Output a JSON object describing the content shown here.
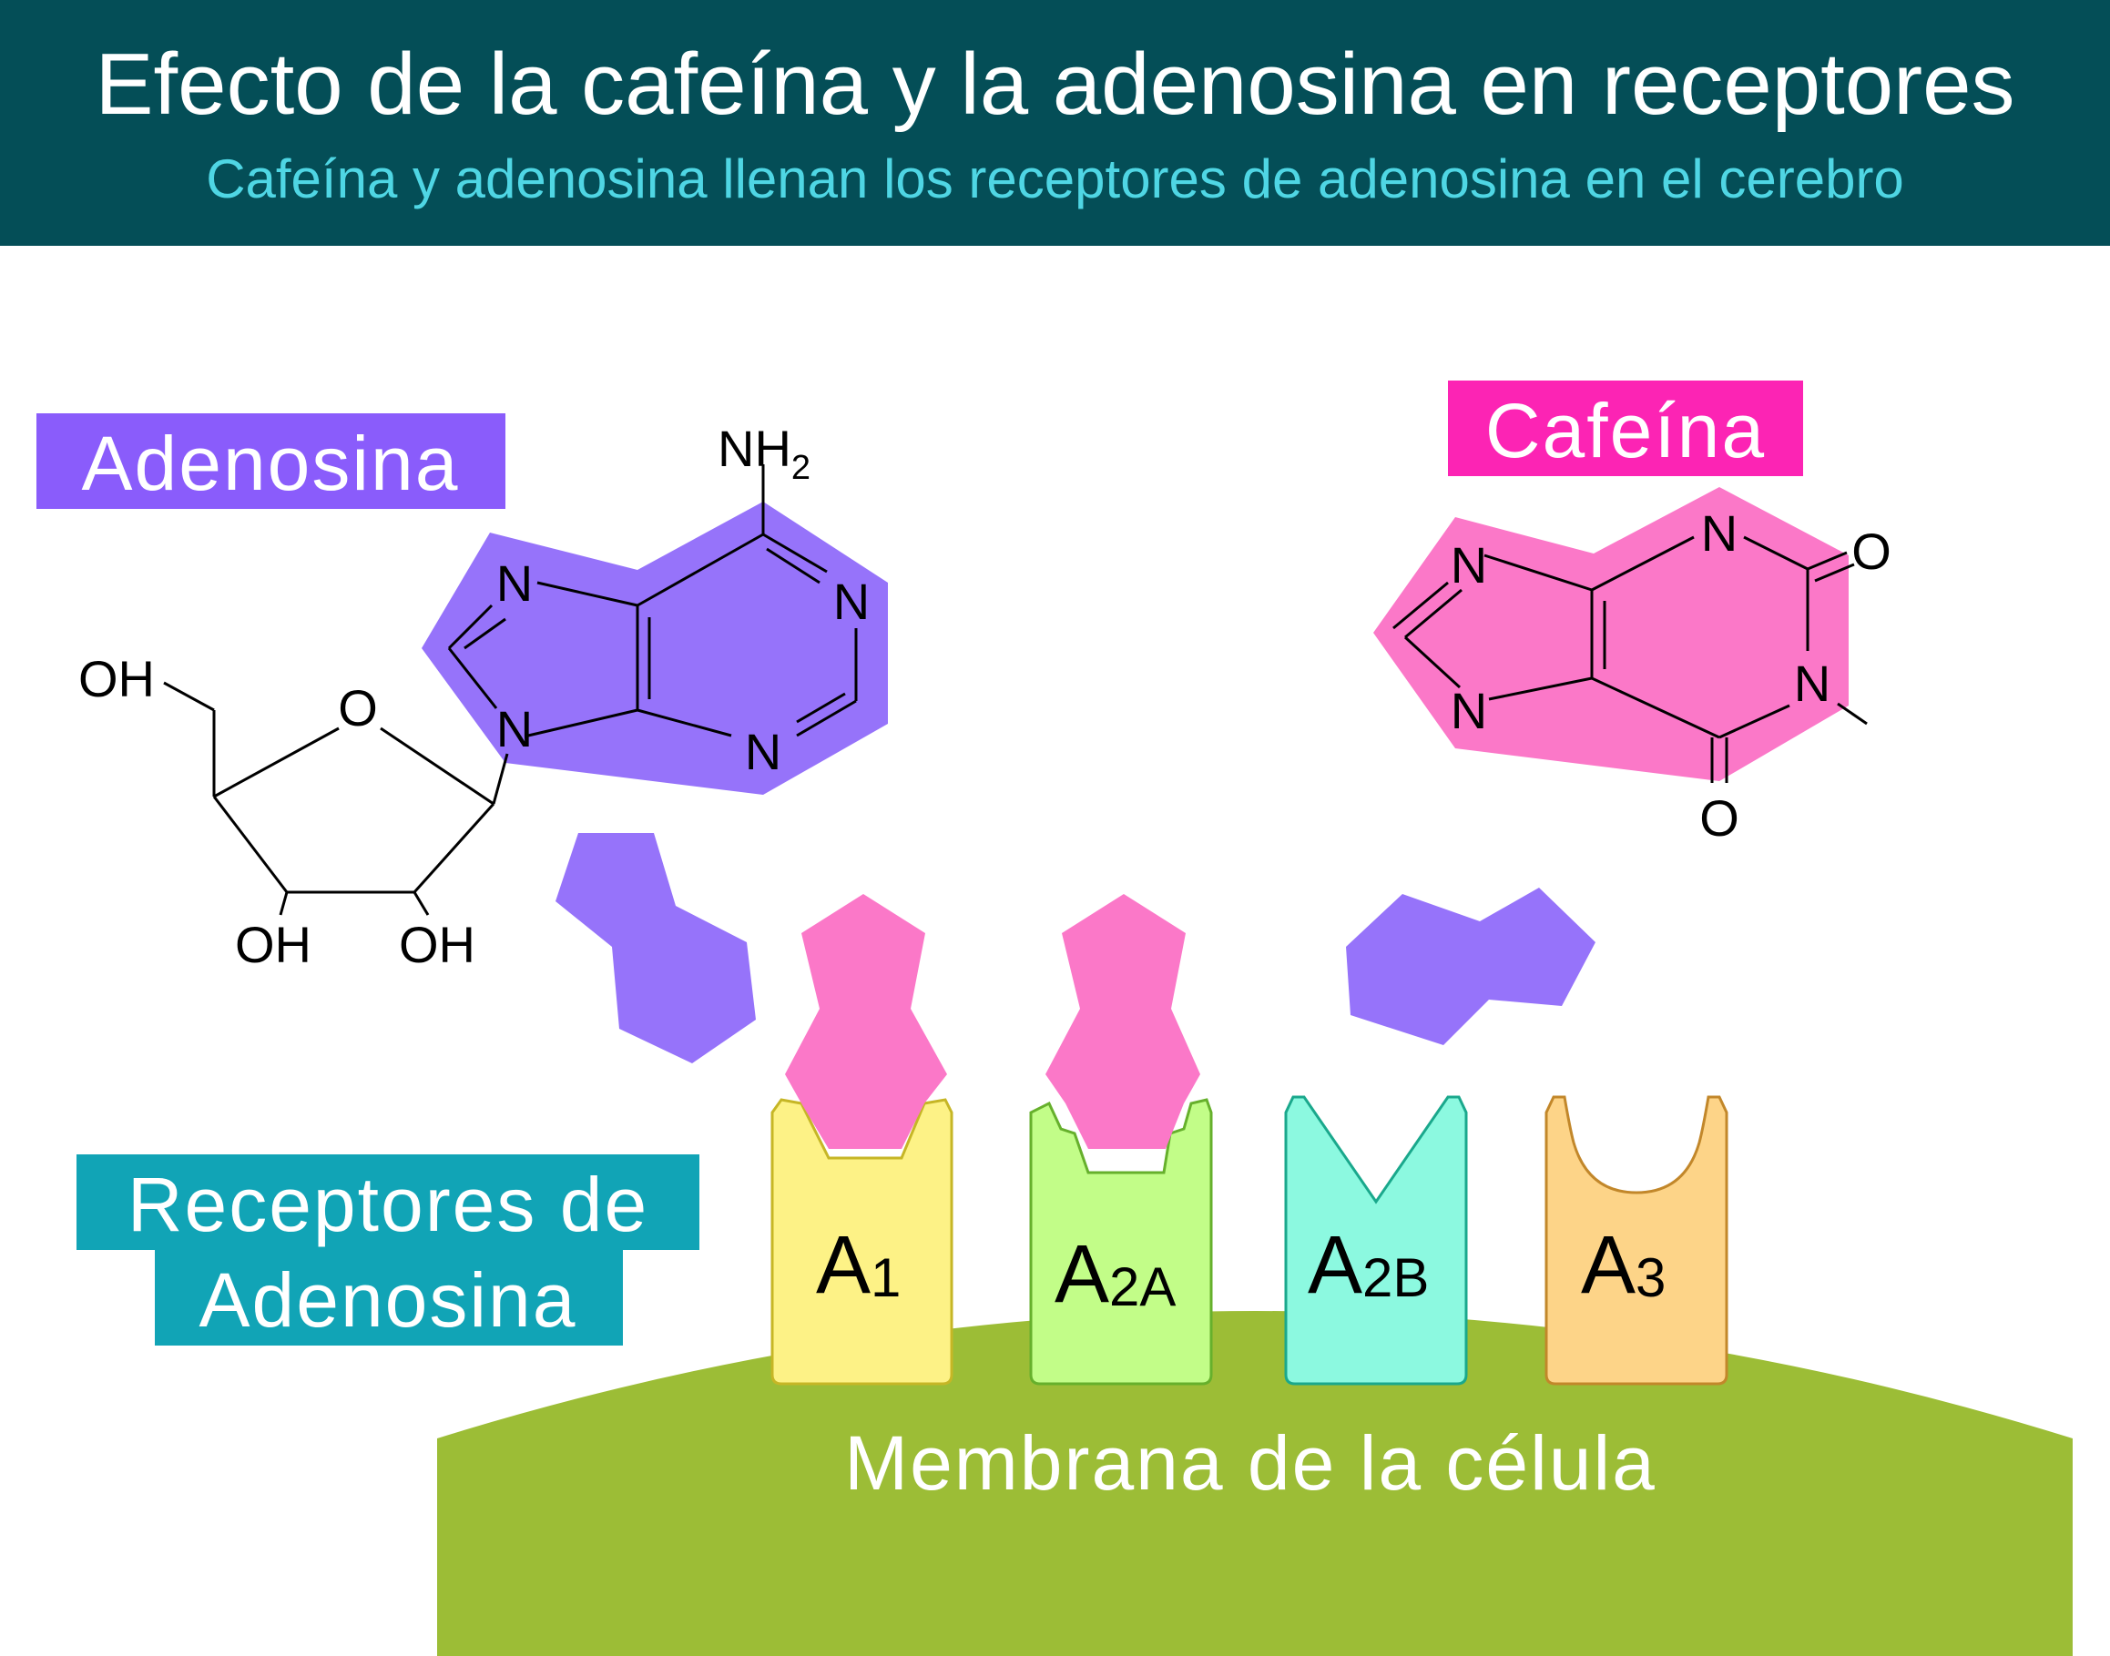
{
  "header": {
    "title": "Efecto de la cafeína y la adenosina en receptores",
    "subtitle": "Cafeína y adenosina llenan los receptores de adenosina en el cerebro"
  },
  "labels": {
    "adenosine": "Adenosina",
    "caffeine": "Cafeína",
    "receptors_line1": "Receptores de",
    "receptors_line2": "Adenosina",
    "membrane": "Membrana de la célula"
  },
  "adenosine_molecule": {
    "nh2_main": "NH",
    "nh2_sub": "2",
    "atom_n": "N",
    "atom_o": "O",
    "atom_oh": "OH"
  },
  "caffeine_molecule": {
    "atom_n": "N",
    "atom_o": "O"
  },
  "receptors": [
    {
      "main": "A",
      "sub": "1"
    },
    {
      "main": "A",
      "sub": "2A"
    },
    {
      "main": "A",
      "sub": "2B"
    },
    {
      "main": "A",
      "sub": "3"
    }
  ],
  "colors": {
    "header_bg": "#044e57",
    "subtitle": "#4fd6e4",
    "adenosine": "#9673fa",
    "adenosine_label_bg": "#8a5cfb",
    "caffeine": "#fb78c8",
    "caffeine_label_bg": "#fc24b4",
    "receptor_label_bg": "#11a4b6",
    "membrane": "#9cbd36",
    "receptor_a1": "#fdf286",
    "receptor_a2a": "#c2fd88",
    "receptor_a2b": "#8cf9e0",
    "receptor_a3": "#fdd488"
  }
}
